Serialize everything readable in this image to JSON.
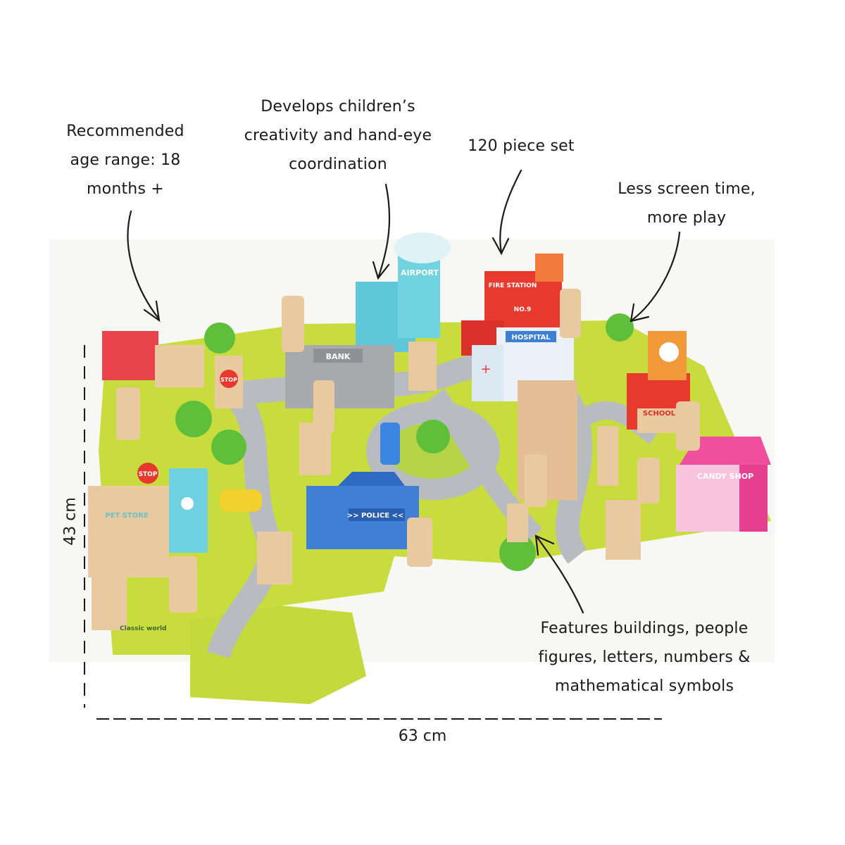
{
  "callouts": {
    "age": [
      "Recommended",
      "age range: 18",
      "months +"
    ],
    "develops": [
      "Develops children’s",
      "creativity and hand-eye",
      "coordination"
    ],
    "pieces": [
      "120 piece set"
    ],
    "screen": [
      "Less screen time,",
      "more play"
    ],
    "features": [
      "Features buildings, people",
      "figures, letters, numbers &",
      "mathematical symbols"
    ]
  },
  "dimensions": {
    "height": "43 cm",
    "width": "63 cm"
  },
  "signs": {
    "airport": "AIRPORT",
    "fire_station": "FIRE STATION",
    "fire_number": "NO.9",
    "hospital": "HOSPITAL",
    "bank": "BANK",
    "school": "SCHOOL",
    "candy_shop": "CANDY SHOP",
    "police": ">> POLICE <<",
    "pet_store": "PET STORE",
    "stop": "STOP",
    "brand": "Classic world"
  },
  "colors": {
    "mat_green": "#c9dc3e",
    "road_gray": "#b8bcc0",
    "police_blue": "#3f7fd6",
    "fire_red": "#e8392f",
    "candy_pink": "#f04f9e",
    "airport_teal": "#5fc8d8",
    "wood": "#e9c9a0"
  }
}
